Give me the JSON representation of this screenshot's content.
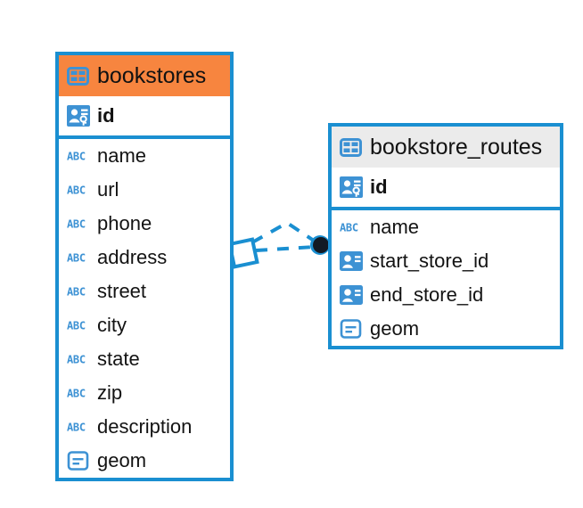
{
  "diagram": {
    "type": "entity-relationship-diagram",
    "background": "#ffffff",
    "palette": {
      "border": "#1a8fd1",
      "icon_blue": "#3d92d4",
      "icon_blue_solid": "#3d92d4",
      "header_accent": "#f7853f",
      "header_neutral": "#ebebeb",
      "text": "#131313",
      "connector": "#1a8fd1",
      "endpoint_dot": "#111827"
    },
    "entities": [
      {
        "name": "bookstores",
        "header_style": "accent",
        "table_icon": "table-icon",
        "primary_key": {
          "label": "id",
          "icon": "primary-key-icon"
        },
        "fields": [
          {
            "label": "name",
            "icon": "text-abc-icon"
          },
          {
            "label": "url",
            "icon": "text-abc-icon"
          },
          {
            "label": "phone",
            "icon": "text-abc-icon"
          },
          {
            "label": "address",
            "icon": "text-abc-icon"
          },
          {
            "label": "street",
            "icon": "text-abc-icon"
          },
          {
            "label": "city",
            "icon": "text-abc-icon"
          },
          {
            "label": "state",
            "icon": "text-abc-icon"
          },
          {
            "label": "zip",
            "icon": "text-abc-icon"
          },
          {
            "label": "description",
            "icon": "text-abc-icon"
          },
          {
            "label": "geom",
            "icon": "geometry-icon"
          }
        ]
      },
      {
        "name": "bookstore_routes",
        "header_style": "neutral",
        "table_icon": "table-icon",
        "primary_key": {
          "label": "id",
          "icon": "primary-key-icon"
        },
        "fields": [
          {
            "label": "name",
            "icon": "text-abc-icon"
          },
          {
            "label": "start_store_id",
            "icon": "foreign-key-icon"
          },
          {
            "label": "end_store_id",
            "icon": "foreign-key-icon"
          },
          {
            "label": "geom",
            "icon": "geometry-icon"
          }
        ]
      }
    ],
    "relationship": {
      "from": "bookstores",
      "to": "bookstore_routes",
      "line_style": "dashed",
      "source_endpoint": "diamond",
      "target_endpoint": "filled-circle"
    }
  }
}
